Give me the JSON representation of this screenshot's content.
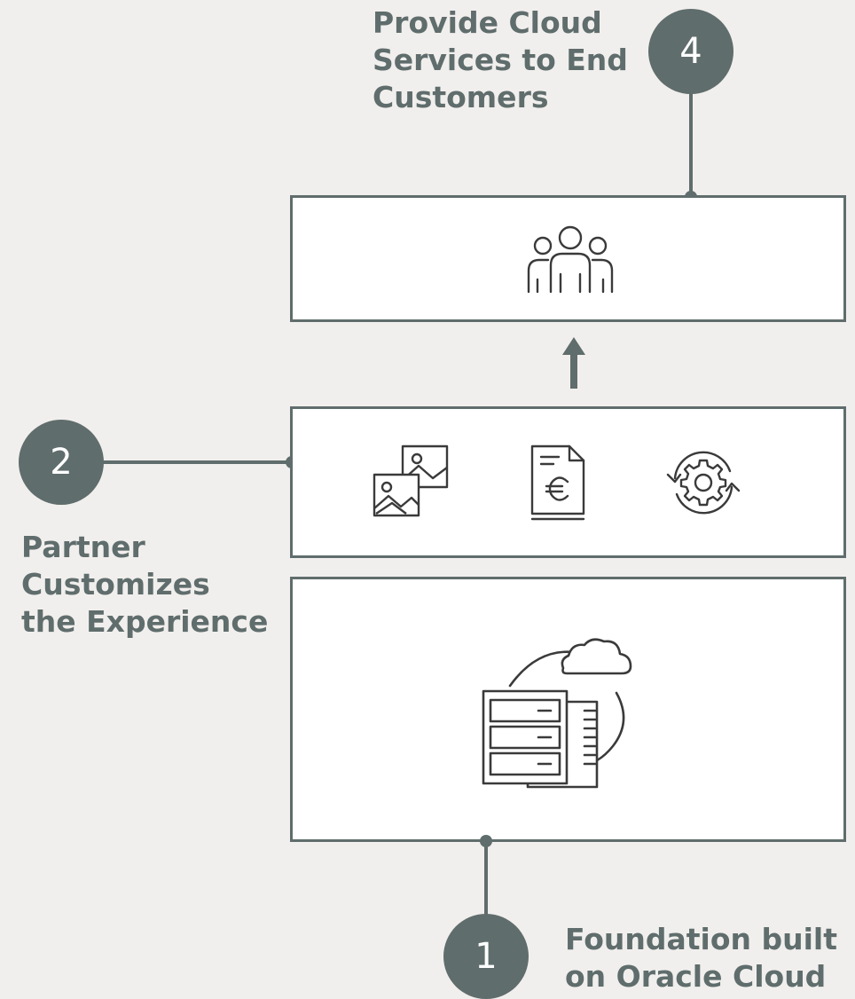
{
  "steps": [
    {
      "number": "4",
      "lines": [
        "Provide Cloud",
        "Services to End",
        "Customers"
      ]
    },
    {
      "number": "2",
      "lines": [
        "Partner",
        "Customizes",
        "the Experience"
      ]
    },
    {
      "number": "1",
      "lines": [
        "Foundation built",
        "on Oracle Cloud"
      ]
    }
  ],
  "icons": {
    "end_customers": "people-group-icon",
    "customization": [
      "images-icon",
      "euro-document-icon",
      "gear-sync-icon"
    ],
    "foundation": "server-cloud-icon"
  },
  "colors": {
    "background": "#f1efed",
    "accent": "#5f6d6c",
    "box_fill": "#ffffff"
  }
}
